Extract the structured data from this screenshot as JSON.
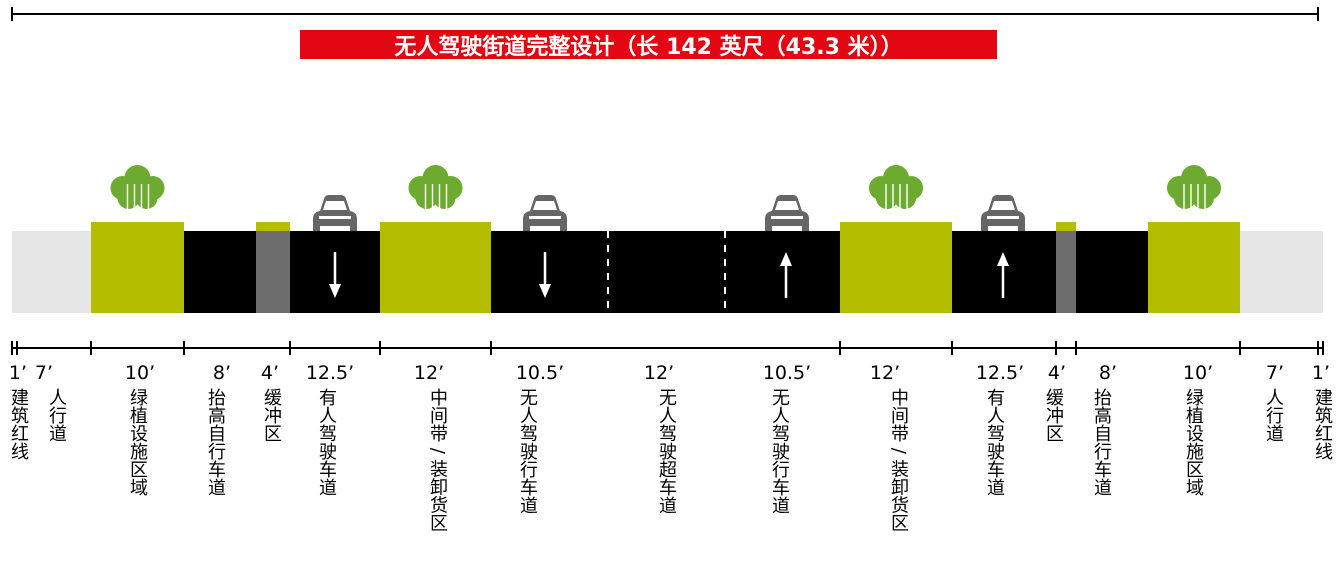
{
  "title": "无人驾驶街道完整设计（长 142 英尺（43.3 米））",
  "colors": {
    "title_bg": "#e30613",
    "sidewalk": "#e6e6e6",
    "green": "#b5bd00",
    "lane": "#000000",
    "buffer": "#6d6d6d",
    "tree": "#6cab2f",
    "car": "#666666"
  },
  "segments": [
    {
      "name": "建筑红线",
      "width": "1’",
      "type": "line"
    },
    {
      "name": "人行道",
      "width": "7’",
      "type": "sidewalk"
    },
    {
      "name": "绿植设施区域",
      "width": "10’",
      "type": "planter",
      "tree": true
    },
    {
      "name": "抬高自行车道",
      "width": "8’",
      "type": "bike"
    },
    {
      "name": "缓冲区",
      "width": "4’",
      "type": "buffer"
    },
    {
      "name": "有人驾驶车道",
      "width": "12.5’",
      "type": "lane",
      "car": true,
      "arrow": "down"
    },
    {
      "name": "中间带 / 装卸货区",
      "width": "12’",
      "type": "planter",
      "tree": true
    },
    {
      "name": "无人驾驶行车道",
      "width": "10.5’",
      "type": "lane",
      "car": true,
      "arrow": "down"
    },
    {
      "name": "无人驾驶超车道",
      "width": "12’",
      "type": "lane"
    },
    {
      "name": "无人驾驶行车道",
      "width": "10.5’",
      "type": "lane",
      "car": true,
      "arrow": "up"
    },
    {
      "name": "中间带 / 装卸货区",
      "width": "12’",
      "type": "planter",
      "tree": true
    },
    {
      "name": "有人驾驶车道",
      "width": "12.5’",
      "type": "lane",
      "car": true,
      "arrow": "up"
    },
    {
      "name": "缓冲区",
      "width": "4’",
      "type": "buffer"
    },
    {
      "name": "抬高自行车道",
      "width": "8’",
      "type": "bike"
    },
    {
      "name": "绿植设施区域",
      "width": "10’",
      "type": "planter",
      "tree": true
    },
    {
      "name": "人行道",
      "width": "7’",
      "type": "sidewalk"
    },
    {
      "name": "建筑红线",
      "width": "1’",
      "type": "line"
    }
  ]
}
